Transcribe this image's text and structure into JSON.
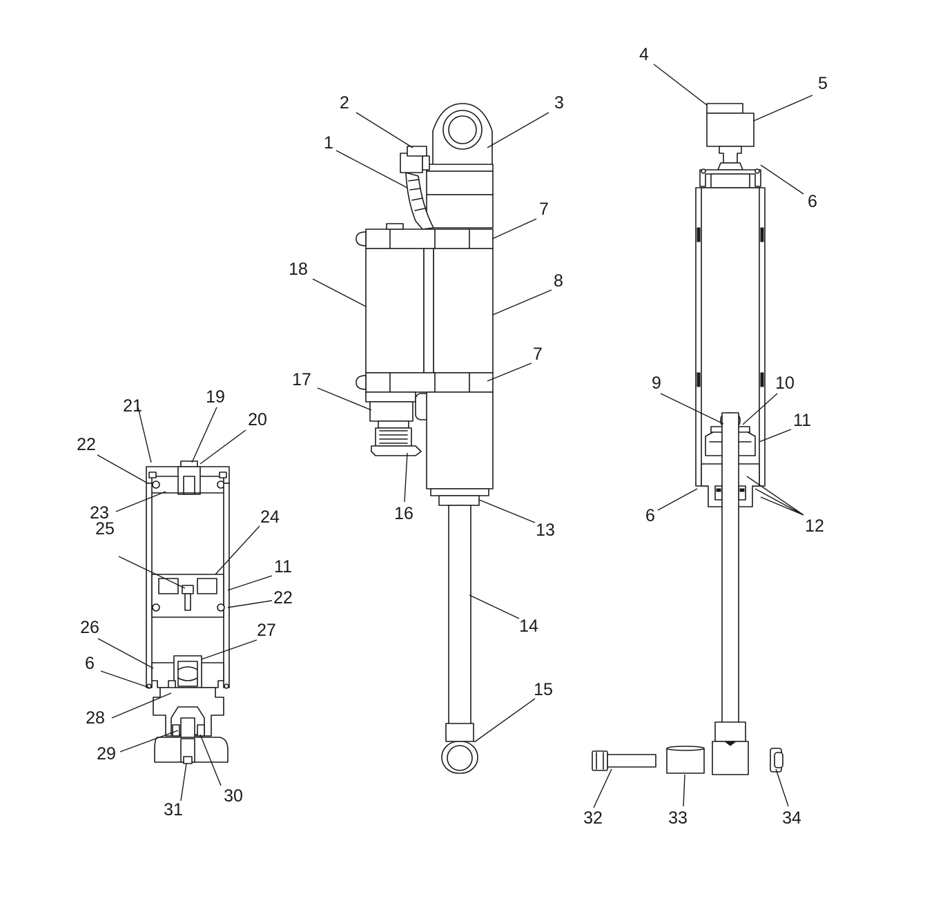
{
  "diagram": {
    "background": "#ffffff",
    "line_color": "#1a1a1a",
    "callouts": [
      {
        "id": "c1",
        "label": "1"
      },
      {
        "id": "c2",
        "label": "2"
      },
      {
        "id": "c3",
        "label": "3"
      },
      {
        "id": "c4",
        "label": "4"
      },
      {
        "id": "c5",
        "label": "5"
      },
      {
        "id": "c6a",
        "label": "6"
      },
      {
        "id": "c6b",
        "label": "6"
      },
      {
        "id": "c6c",
        "label": "6"
      },
      {
        "id": "c7a",
        "label": "7"
      },
      {
        "id": "c7b",
        "label": "7"
      },
      {
        "id": "c8",
        "label": "8"
      },
      {
        "id": "c9",
        "label": "9"
      },
      {
        "id": "c10",
        "label": "10"
      },
      {
        "id": "c11a",
        "label": "11"
      },
      {
        "id": "c11b",
        "label": "11"
      },
      {
        "id": "c12",
        "label": "12"
      },
      {
        "id": "c13",
        "label": "13"
      },
      {
        "id": "c14",
        "label": "14"
      },
      {
        "id": "c15",
        "label": "15"
      },
      {
        "id": "c16",
        "label": "16"
      },
      {
        "id": "c17",
        "label": "17"
      },
      {
        "id": "c18",
        "label": "18"
      },
      {
        "id": "c19",
        "label": "19"
      },
      {
        "id": "c20",
        "label": "20"
      },
      {
        "id": "c21",
        "label": "21"
      },
      {
        "id": "c22a",
        "label": "22"
      },
      {
        "id": "c22b",
        "label": "22"
      },
      {
        "id": "c23",
        "label": "23"
      },
      {
        "id": "c24",
        "label": "24"
      },
      {
        "id": "c25",
        "label": "25"
      },
      {
        "id": "c26",
        "label": "26"
      },
      {
        "id": "c27",
        "label": "27"
      },
      {
        "id": "c28",
        "label": "28"
      },
      {
        "id": "c29",
        "label": "29"
      },
      {
        "id": "c30",
        "label": "30"
      },
      {
        "id": "c31",
        "label": "31"
      },
      {
        "id": "c32",
        "label": "32"
      },
      {
        "id": "c33",
        "label": "33"
      },
      {
        "id": "c34",
        "label": "34"
      }
    ]
  }
}
